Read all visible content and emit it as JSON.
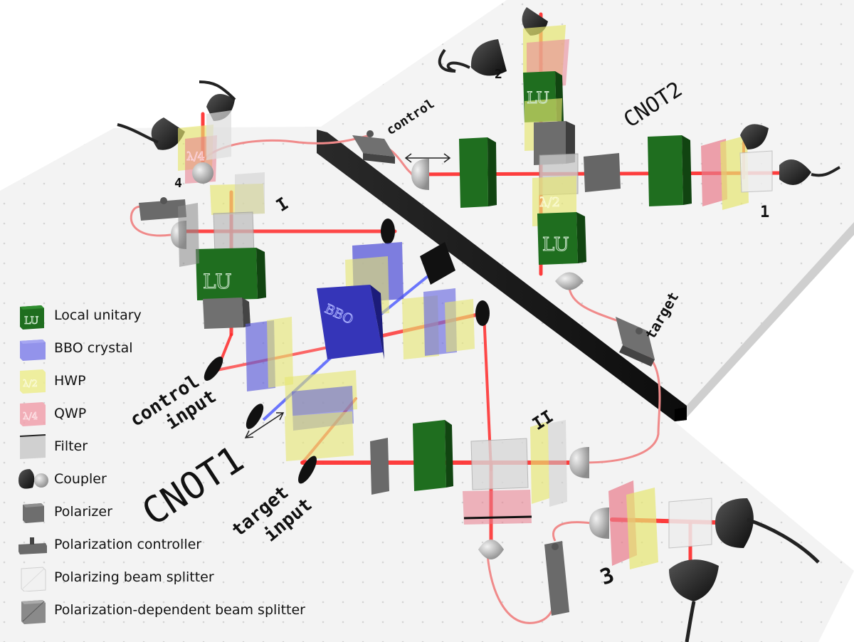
{
  "labels": {
    "cnot1": "CNOT1",
    "cnot2": "CNOT2",
    "control_input_line1": "control",
    "control_input_line2": "input",
    "target_input_line1": "target",
    "target_input_line2": "input",
    "control": "control",
    "target": "target",
    "roman_1": "I",
    "roman_2": "II",
    "det_1": "1",
    "det_2": "2",
    "det_3": "3",
    "det_4": "4",
    "lu": "LU",
    "bbo": "BBO",
    "half_wave": "λ/2",
    "quarter_wave": "λ/4"
  },
  "legend": [
    {
      "label": "Local unitary",
      "icon": "local-unitary-icon"
    },
    {
      "label": "BBO crystal",
      "icon": "bbo-crystal-icon"
    },
    {
      "label": "HWP",
      "icon": "hwp-icon"
    },
    {
      "label": "QWP",
      "icon": "qwp-icon"
    },
    {
      "label": "Filter",
      "icon": "filter-icon"
    },
    {
      "label": "Coupler",
      "icon": "coupler-icon"
    },
    {
      "label": "Polarizer",
      "icon": "polarizer-icon"
    },
    {
      "label": "Polarization controller",
      "icon": "polarization-controller-icon"
    },
    {
      "label": "Polarizing beam splitter",
      "icon": "pbs-icon"
    },
    {
      "label": "Polarization-dependent beam splitter",
      "icon": "pdbs-icon"
    }
  ],
  "colors": {
    "beam": "#ff2a2a",
    "fiber": "#f08a8a",
    "pump": "#3344ff",
    "lu_green": "#1f6e1f",
    "bbo_blue": "#3535b8",
    "hwp_yellow": "#e6e670",
    "qwp_red": "#e87a8a",
    "table": "#f4f4f4",
    "wall": "#141414"
  }
}
